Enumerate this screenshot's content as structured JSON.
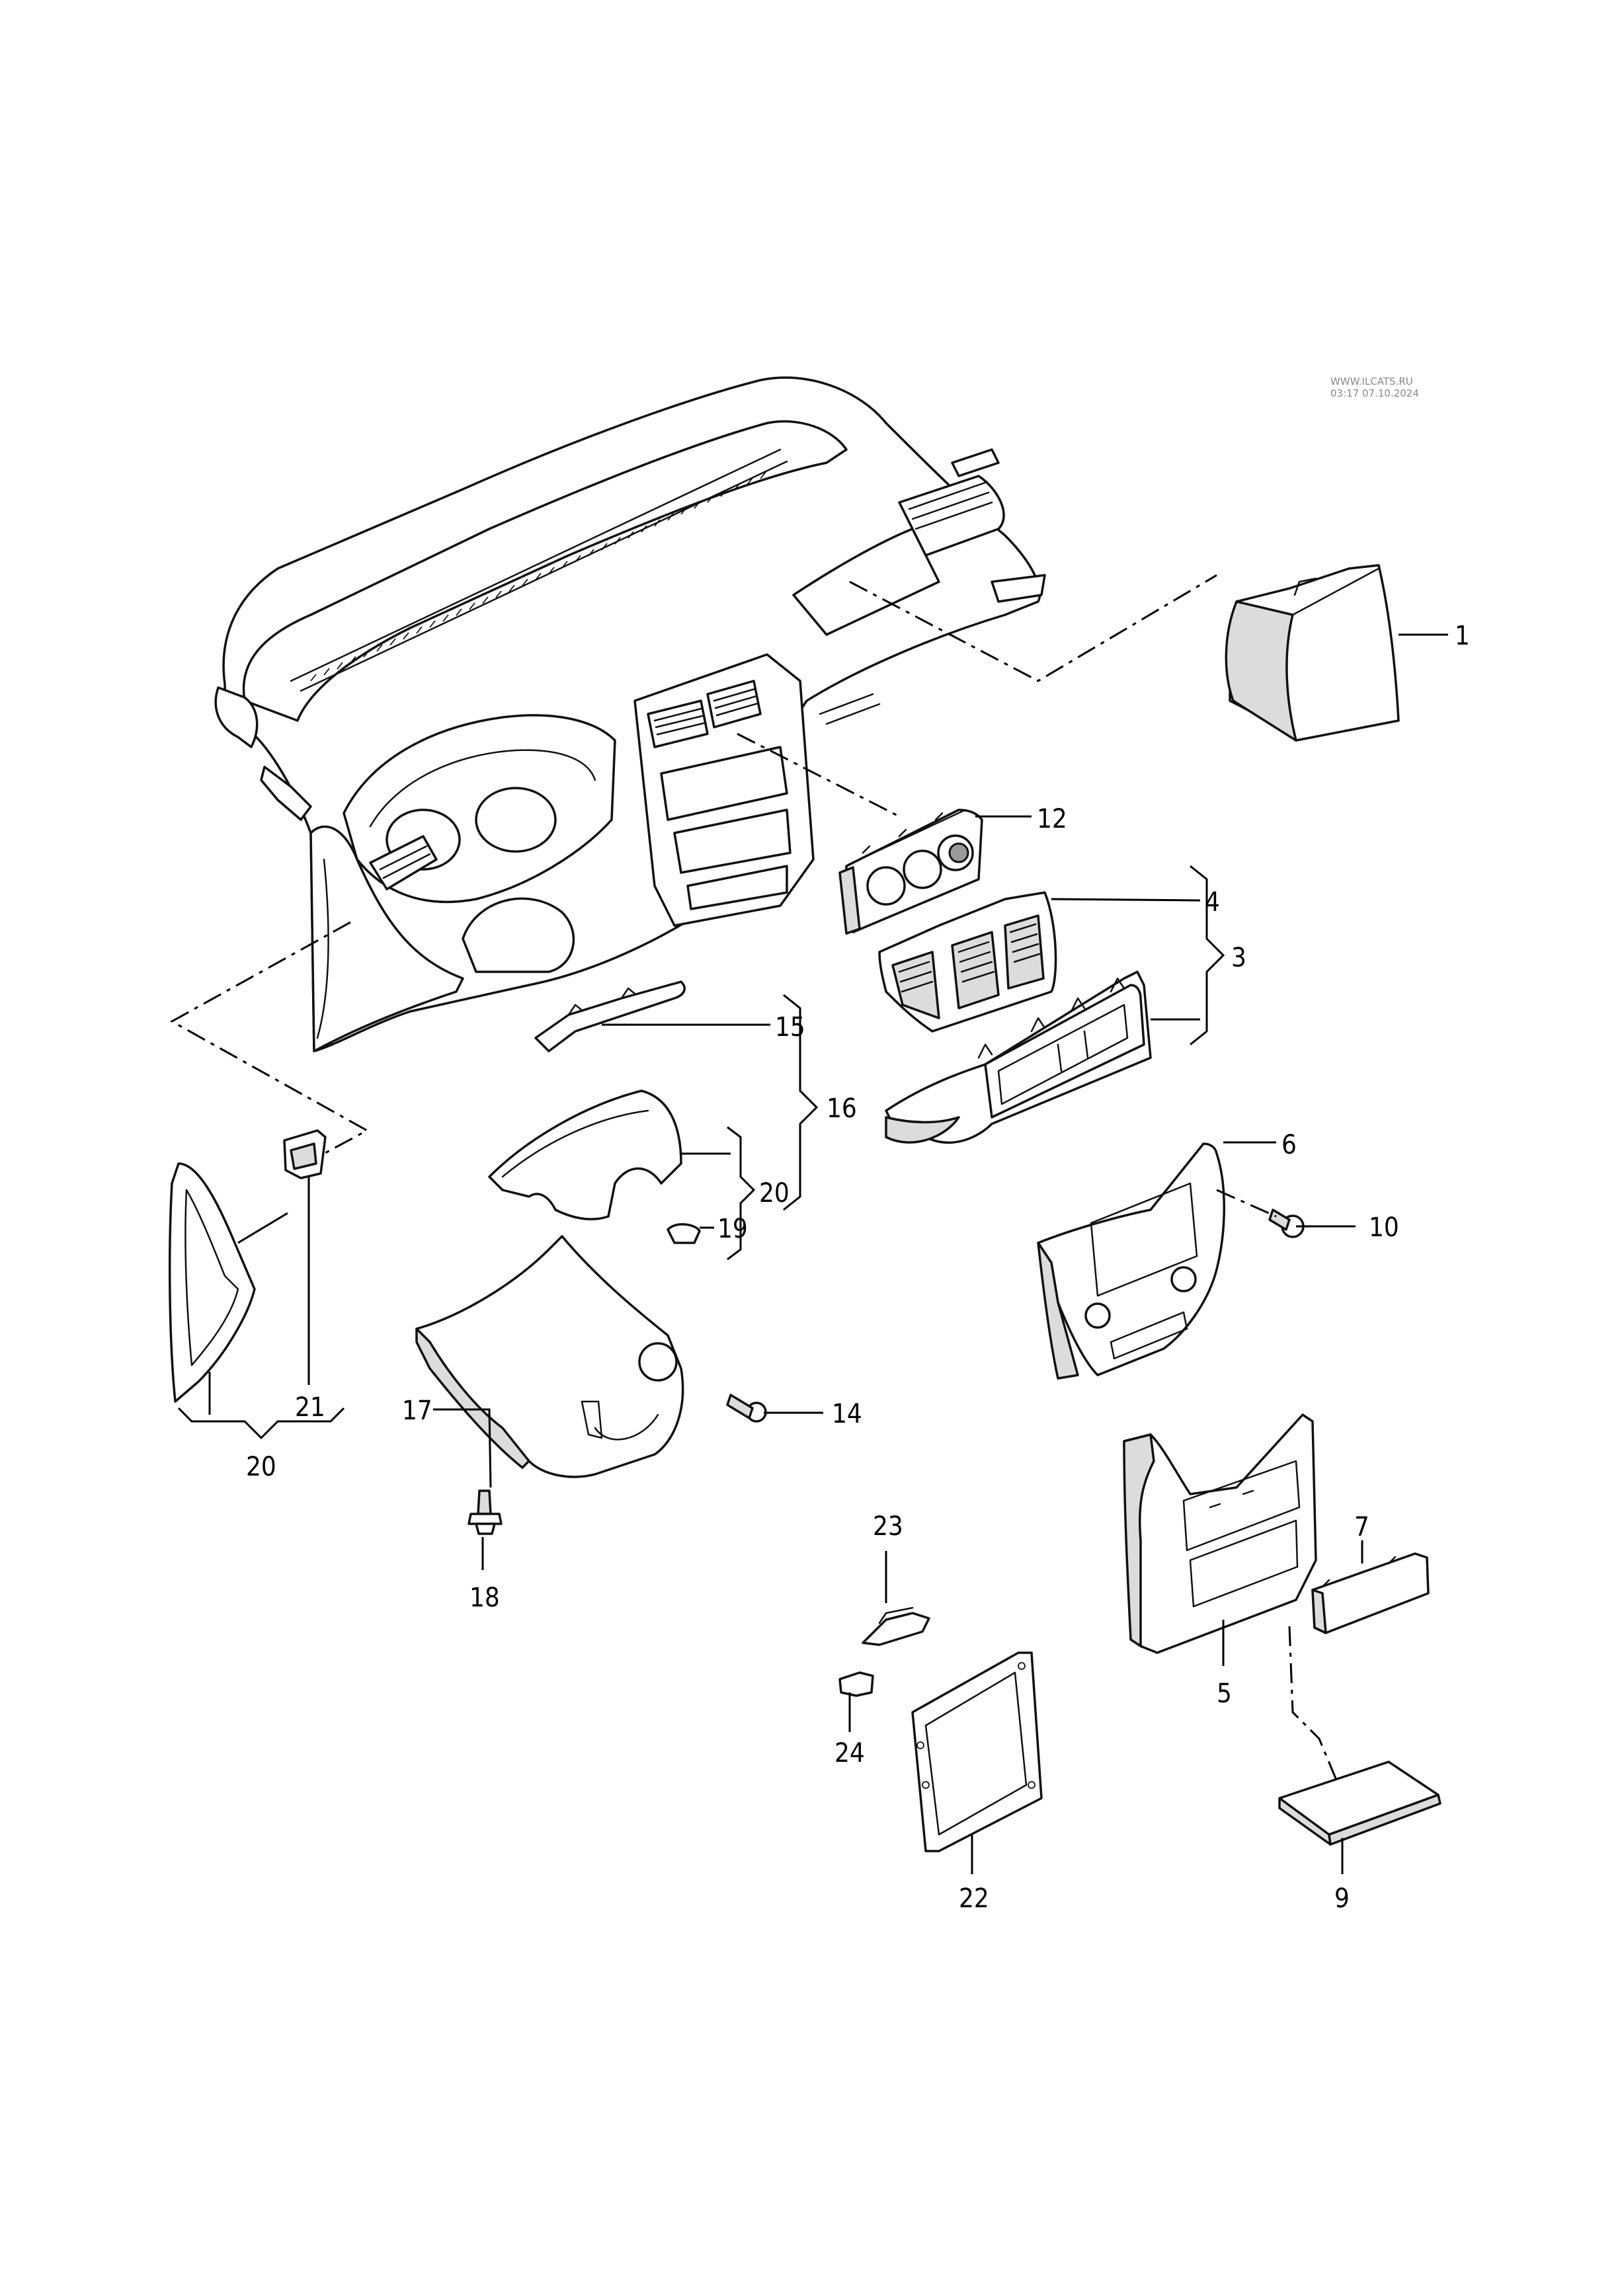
{
  "watermark": {
    "line1": "WWW.ILCATS.RU",
    "line2": "03:17 07.10.2024"
  },
  "callouts": {
    "c1": "1",
    "c3": "3",
    "c4": "4",
    "c5": "5",
    "c6": "6",
    "c7": "7",
    "c9": "9",
    "c10": "10",
    "c12": "12",
    "c14": "14",
    "c15": "15",
    "c16": "16",
    "c17": "17",
    "c18": "18",
    "c19": "19",
    "c20a": "20",
    "c20b": "20",
    "c21": "21",
    "c22": "22",
    "c23": "23",
    "c24": "24"
  }
}
